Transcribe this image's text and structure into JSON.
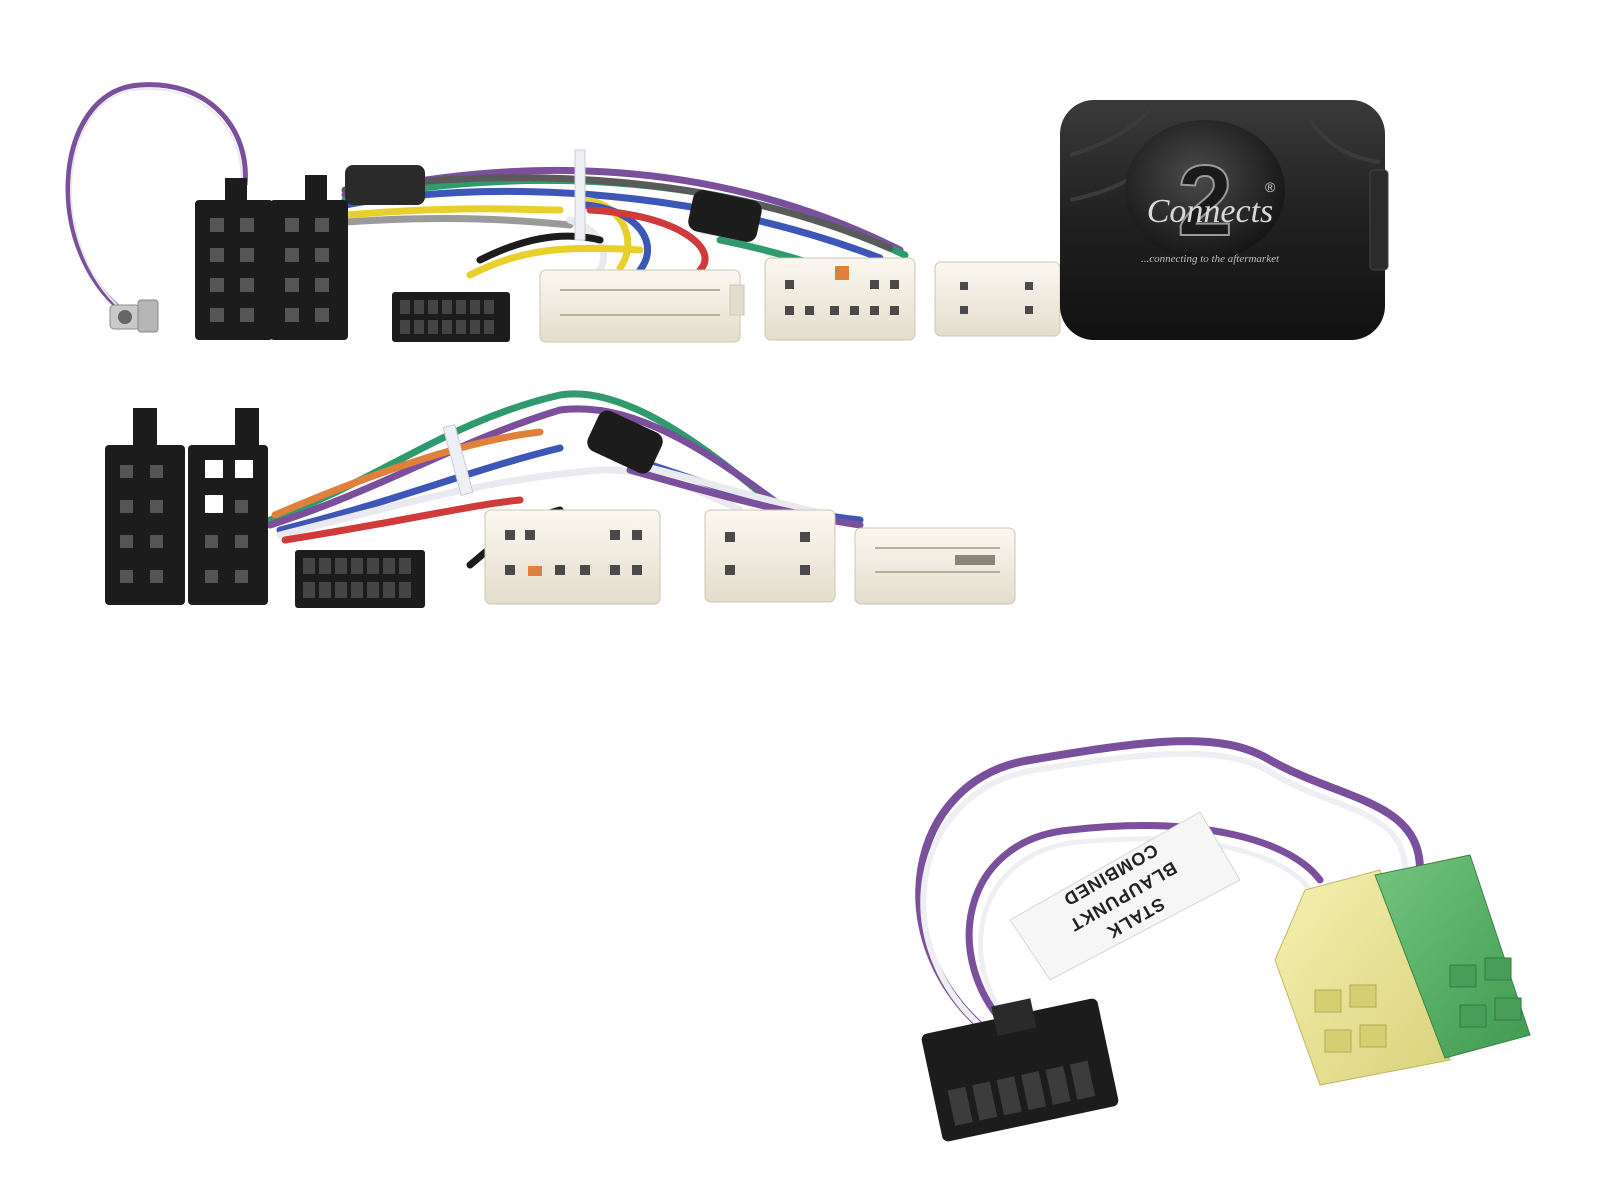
{
  "module": {
    "brand_mark": "2",
    "brand_name": "Connects",
    "registered": "®",
    "tagline": "...connecting to the aftermarket"
  },
  "adapter_label": {
    "line1": "COMBINED",
    "line2": "BLAUPUNKT",
    "line3": "STALK"
  },
  "colors": {
    "background": "#ffffff",
    "connector_black": "#1c1c1c",
    "connector_white": "#f1ece2",
    "connector_yellow": "#ece596",
    "connector_green": "#5fb66d",
    "module_body": "#232323",
    "wire_purple": "#7a4f9c",
    "wire_green": "#2e9a6e",
    "wire_blue": "#3d57b8",
    "wire_yellow": "#e9cf2c",
    "wire_orange": "#e0803a",
    "wire_red": "#d13a3a",
    "wire_white": "#e9e9ef",
    "wire_grey": "#9a9a9a"
  }
}
